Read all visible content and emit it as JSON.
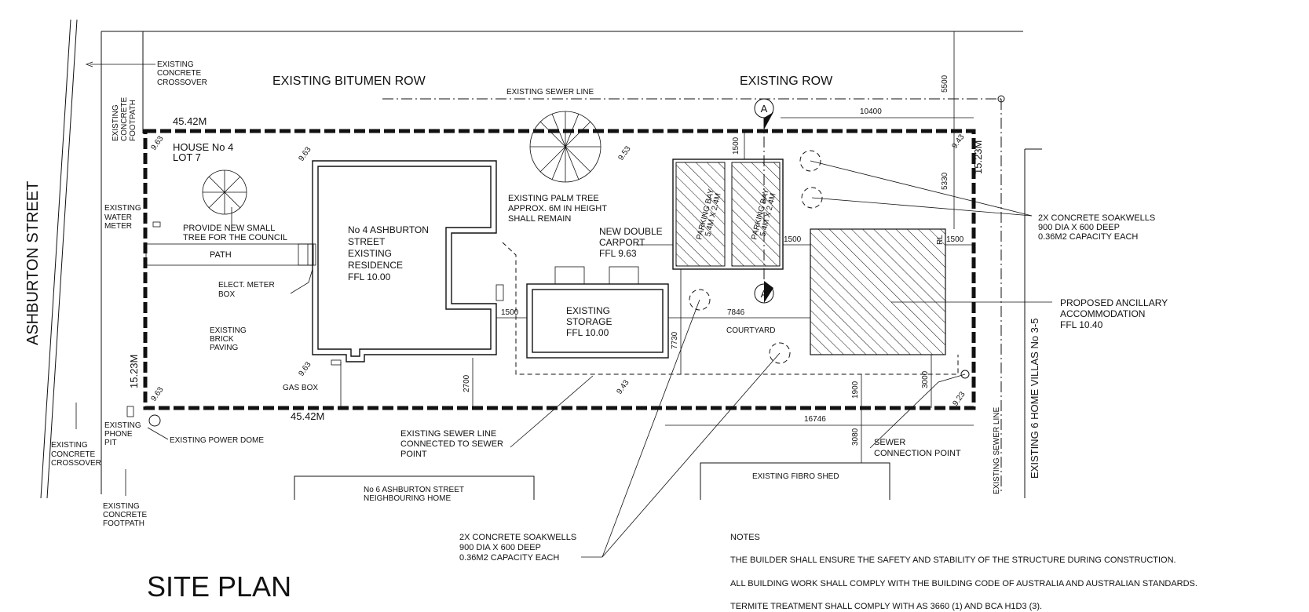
{
  "streets": {
    "ashburton": "ASHBURTON STREET",
    "bitumen_row": "EXISTING  BITUMEN ROW",
    "existing_row": "EXISTING ROW",
    "home_villas": "EXISTING 6 HOME VILLAS  No 3-5"
  },
  "title": "SITE PLAN",
  "lot": {
    "house": "HOUSE No 4",
    "lot": "LOT 7"
  },
  "dims": {
    "top_len": "45.42M",
    "bottom_len": "45.42M",
    "left_width": "15.23M",
    "right_width": "15.23M",
    "d5500": "5500",
    "d10400": "10400",
    "d1500_top": "1500",
    "d5330": "5330",
    "d1500_a": "1500",
    "d1500_b": "1500",
    "d1500_c": "1500",
    "d7846": "7846",
    "d7730": "7730",
    "d2700": "2700",
    "d1900": "1900",
    "d3000": "3000",
    "d3080": "3080",
    "d16746": "16746"
  },
  "levels": {
    "l963_a": "9.63",
    "l963_b": "9.63",
    "l963_c": "9.63",
    "l963_d": "9.63",
    "l953": "9.53",
    "l943_a": "9.43",
    "l943_b": "9.43",
    "l923": "9.23"
  },
  "labels": {
    "crossover_top": [
      "EXISTING",
      "CONCRETE",
      "CROSSOVER"
    ],
    "footpath_top": [
      "EXISTING",
      "CONCRETE",
      "FOOTPATH"
    ],
    "sewer_line_top": "EXISTING SEWER LINE",
    "water_meter": [
      "EXISTING",
      "WATER",
      "METER"
    ],
    "new_tree": [
      "PROVIDE NEW SMALL",
      "TREE FOR THE COUNCIL"
    ],
    "path": "PATH",
    "elect_meter": [
      "ELECT. METER",
      "BOX"
    ],
    "brick_paving": [
      "EXISTING",
      "BRICK",
      "PAVING"
    ],
    "gas_box": "GAS BOX",
    "phone_pit": [
      "EXISTING",
      "PHONE",
      "PIT"
    ],
    "power_dome": "EXISTING POWER DOME",
    "crossover_bottom": [
      "EXISTING",
      "CONCRETE",
      "CROSSOVER"
    ],
    "footpath_bottom": [
      "EXISTING",
      "CONCRETE",
      "FOOTPATH"
    ],
    "residence": [
      "No 4 ASHBURTON",
      "STREET",
      "EXISTING",
      "RESIDENCE",
      "FFL 10.00"
    ],
    "palm_tree": [
      "EXISTING PALM TREE",
      "APPROX.  6M IN HEIGHT",
      "SHALL REMAIN"
    ],
    "carport": [
      "NEW DOUBLE",
      "CARPORT",
      "FFL 9.63"
    ],
    "parking_bay_1": "PARKING BAY",
    "parking_bay_1_size": "5.4M X 2.4M",
    "parking_bay_2": "PARKING BAY",
    "parking_bay_2_size": "5.4M X 2.4M",
    "storage": [
      "EXISTING",
      "STORAGE",
      "FFL 10.00"
    ],
    "courtyard": "COURTYARD",
    "soakwells_right": [
      "2X CONCRETE SOAKWELLS",
      "900 DIA X 600 DEEP",
      "0.36M2 CAPACITY EACH"
    ],
    "ancillary": [
      "PROPOSED ANCILLARY",
      "ACCOMMODATION",
      "FFL 10.40"
    ],
    "sewer_bottom": [
      "EXISTING SEWER LINE",
      "CONNECTED TO SEWER",
      "POINT"
    ],
    "sewer_connection": [
      "SEWER",
      "CONNECTION POINT"
    ],
    "fibro_shed": "EXISTING FIBRO SHED",
    "neighbour": [
      "No 6 ASHBURTON STREET",
      "NEIGHBOURING HOME"
    ],
    "sewer_line_right": "EXISTING SEWER LINE",
    "soakwells_bottom": [
      "2X CONCRETE SOAKWELLS",
      "900 DIA X 600 DEEP",
      "0.36M2 CAPACITY EACH"
    ],
    "section_marker": "A",
    "section_marker_2": "A",
    "rl_small": "RL"
  },
  "notes": {
    "heading": "NOTES",
    "lines": [
      "THE BUILDER SHALL ENSURE THE SAFETY AND STABILITY OF THE STRUCTURE DURING CONSTRUCTION.",
      "ALL BUILDING WORK SHALL COMPLY WITH THE BUILDING CODE OF AUSTRALIA AND AUSTRALIAN STANDARDS.",
      "TERMITE TREATMENT SHALL COMPLY WITH AS 3660 (1) AND BCA H1D3 (3)."
    ]
  }
}
